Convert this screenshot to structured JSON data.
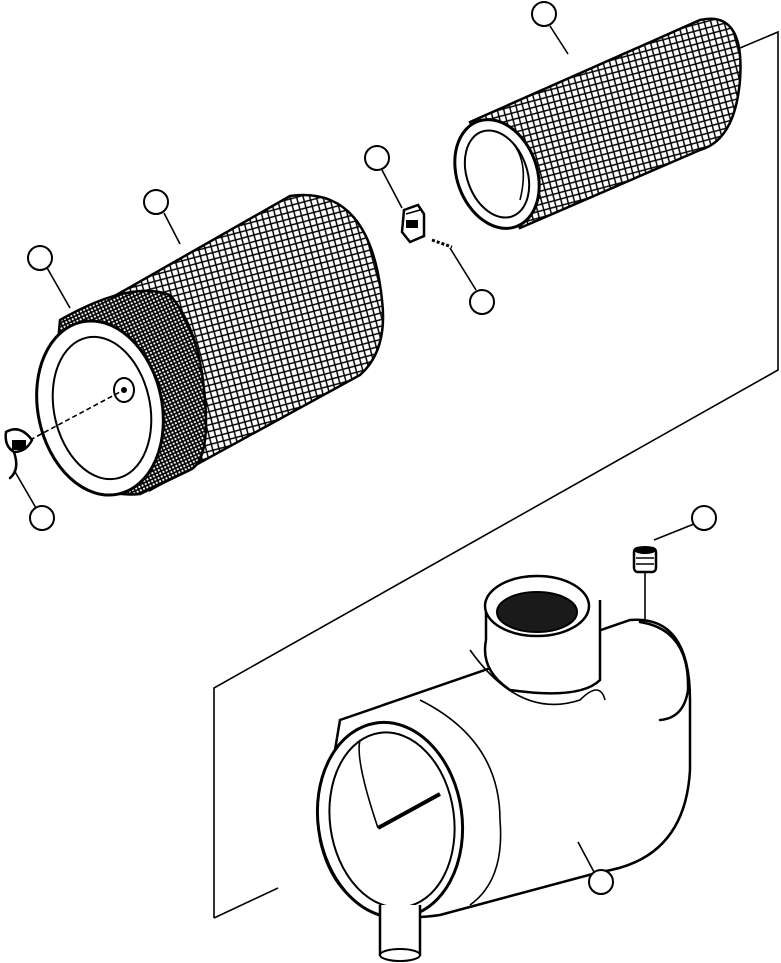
{
  "diagram": {
    "type": "exploded parts view",
    "colors": {
      "ink": "#000000",
      "paper": "#ffffff",
      "dark-fill": "#1a1a1a"
    },
    "callouts": [
      {
        "id": "callout-inner-filter",
        "label": ""
      },
      {
        "id": "callout-bracket",
        "label": ""
      },
      {
        "id": "callout-screw",
        "label": ""
      },
      {
        "id": "callout-outer-filter",
        "label": ""
      },
      {
        "id": "callout-outer-filter-seal",
        "label": ""
      },
      {
        "id": "callout-wing-nut",
        "label": ""
      },
      {
        "id": "callout-plug",
        "label": ""
      },
      {
        "id": "callout-housing",
        "label": ""
      }
    ]
  }
}
